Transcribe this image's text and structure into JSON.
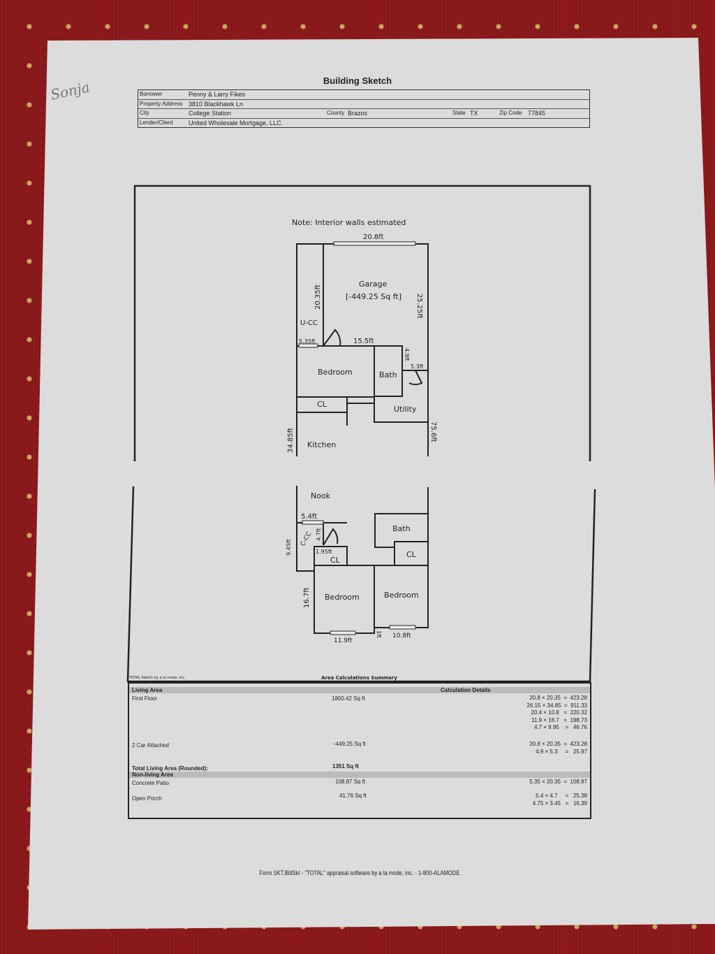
{
  "handwriting": "Sonja",
  "title": "Building Sketch",
  "header": {
    "borrower_label": "Borrower",
    "borrower": "Penny & Larry Fikes",
    "address_label": "Property Address",
    "address": "3810 Blackhawk Ln",
    "city_label": "City",
    "city": "College Station",
    "county_label": "County",
    "county": "Brazos",
    "state_label": "State",
    "state": "TX",
    "zip_label": "Zip Code",
    "zip": "77845",
    "lender_label": "Lender/Client",
    "lender": "United Wholesale Mortgage, LLC."
  },
  "sketch": {
    "note": "Note: Interior walls estimated",
    "rooms": {
      "garage": "Garage",
      "garage_area": "[-449.25 Sq ft]",
      "ucc": "U-CC",
      "bedroom1": "Bedroom",
      "bath1": "Bath",
      "cl1": "CL",
      "utility": "Utility",
      "kitchen": "Kitchen",
      "nook": "Nook",
      "ccc": "C-CC",
      "cl2": "CL",
      "bath2": "Bath",
      "cl3": "CL",
      "bedroom2": "Bedroom",
      "bedroom3": "Bedroom"
    },
    "dims": {
      "d1": "20.8ft",
      "d2": "20.35ft",
      "d3": "25.25ft",
      "d4": "5.35ft",
      "d5": "15.5ft",
      "d6": "4.9ft",
      "d7": "5.3ft",
      "d8": "34.85ft",
      "d9": "75.6ft",
      "d10": "5.4ft",
      "d11": "4.7ft",
      "d12": "9.45ft",
      "d13": "1.95ft",
      "d14": "16.7ft",
      "d15": "11.9ft",
      "d16": "1ft",
      "d17": "10.8ft"
    },
    "credit": "TOTAL Sketch by a la mode, inc."
  },
  "summary": {
    "title": "Area Calculations Summary",
    "living_header": "Living Area",
    "details_header": "Calculation Details",
    "first_floor": "First Floor",
    "first_floor_area": "1800.42 Sq ft",
    "first_floor_calc": "20.8 × 20.35  =  423.28\n26.15 × 34.85  =  911.33\n20.4 × 10.8   =  220.32\n11.9 × 16.7   =  198.73\n4.7 × 9.95    =   46.76",
    "garage": "2 Car Attached",
    "garage_area": "-449.25 Sq ft",
    "garage_calc": "20.8 × 20.35  =  423.28\n4.9 × 5.3     =   25.97",
    "total_label": "Total Living Area (Rounded):",
    "total": "1351 Sq ft",
    "nonliving_header": "Non-living Area",
    "patio": "Concrete Patio",
    "patio_area": "108.87 Sq ft",
    "patio_calc": "5.35 × 20.35  =  108.87",
    "porch": "Open Porch",
    "porch_area": "41.76 Sq ft",
    "porch_calc": "5.4 × 4.7     =   25.38\n4.75 × 3.45   =   16.39"
  },
  "footer": "Form SKT.BldSkI - \"TOTAL\" appraisal software by a la mode, inc. - 1-800-ALAMODE"
}
